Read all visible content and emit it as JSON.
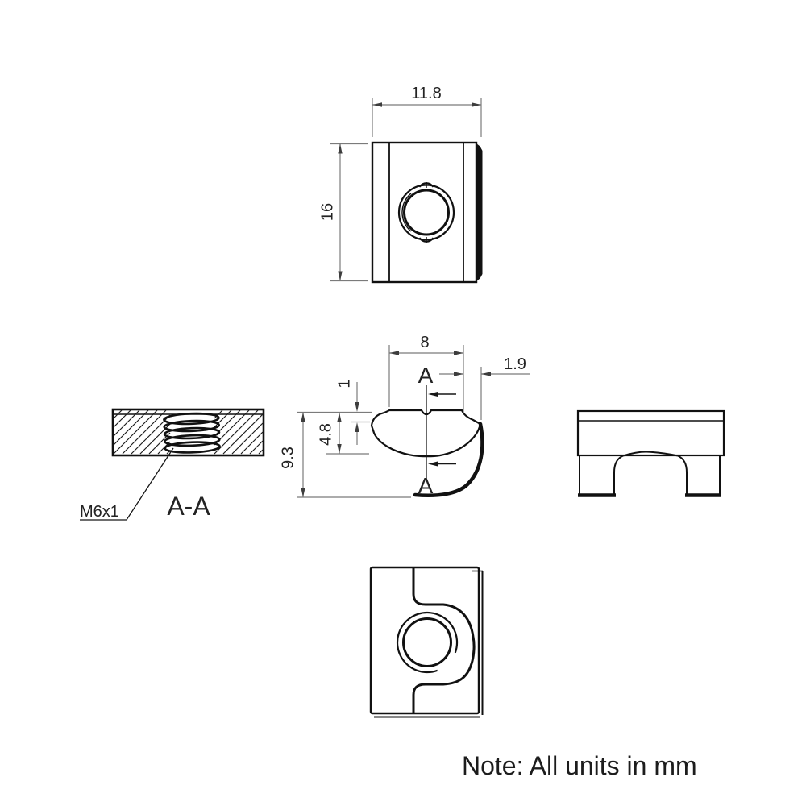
{
  "note": "Note: All units in mm",
  "dimensions": {
    "top_view_width": "11.8",
    "top_view_height": "16",
    "slot_width": "8",
    "right_offset": "1.9",
    "lip_height": "1",
    "body_height": "4.8",
    "overall_height": "9.3"
  },
  "labels": {
    "section_title": "A-A",
    "thread_spec": "M6x1",
    "section_marker_top": "A",
    "section_marker_bottom": "A"
  },
  "colors": {
    "outline": "#111111",
    "dimension_line": "#7b7b7b",
    "label_text": "#232323",
    "background": "#ffffff"
  }
}
